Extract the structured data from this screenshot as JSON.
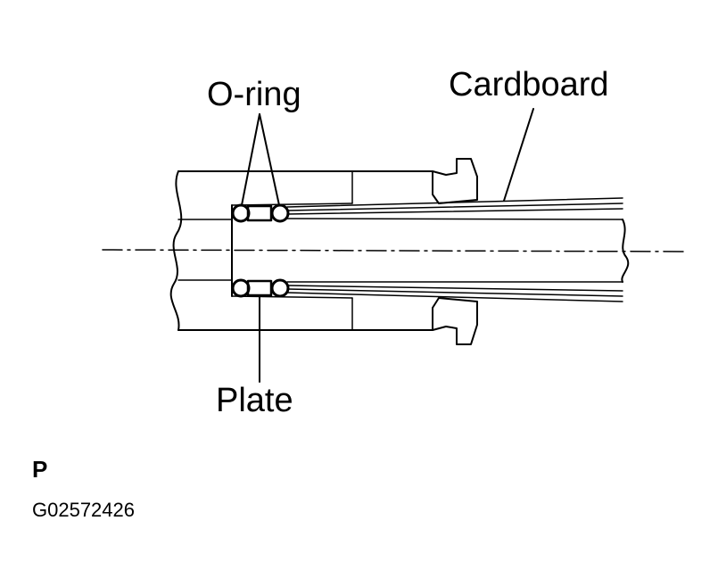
{
  "labels": {
    "o_ring": "O-ring",
    "cardboard": "Cardboard",
    "plate": "Plate"
  },
  "view_letter": "P",
  "figure_code": "G02572426"
}
